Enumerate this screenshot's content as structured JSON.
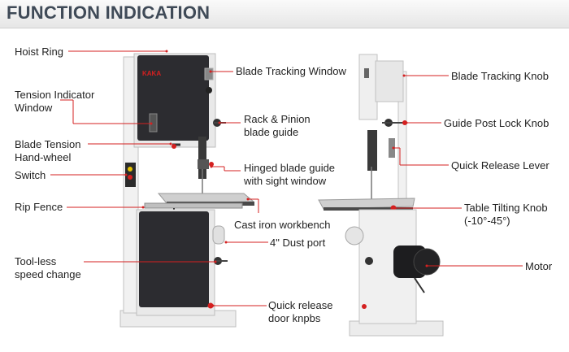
{
  "header": {
    "title": "FUNCTION INDICATION"
  },
  "brand": {
    "logo_text": "KAKA"
  },
  "colors": {
    "accent": "#d42020",
    "title": "#3f4a57",
    "frame": "#eeeeee",
    "panel": "#2c2c30"
  },
  "labels": {
    "hoist_ring": "Hoist Ring",
    "tension_indicator_1": "Tension Indicator",
    "tension_indicator_2": "Window",
    "blade_tension_1": "Blade Tension",
    "blade_tension_2": "Hand-wheel",
    "switch": "Switch",
    "rip_fence": "Rip Fence",
    "toolless_1": "Tool-less",
    "toolless_2": "speed change",
    "blade_tracking_window": "Blade Tracking Window",
    "rack_pinion_1": "Rack & Pinion",
    "rack_pinion_2": "blade guide",
    "hinged_guide_1": "Hinged blade guide",
    "hinged_guide_2": "with sight window",
    "cast_iron": "Cast iron workbench",
    "dust_port": "4\" Dust port",
    "quick_door_1": "Quick release",
    "quick_door_2": "door knpbs",
    "blade_tracking_knob": "Blade Tracking Knob",
    "guide_post_lock": "Guide Post Lock Knob",
    "quick_release_lever": "Quick Release Lever",
    "table_tilting_1": "Table Tilting Knob",
    "table_tilting_2": "(-10°-45°)",
    "motor": "Motor"
  }
}
